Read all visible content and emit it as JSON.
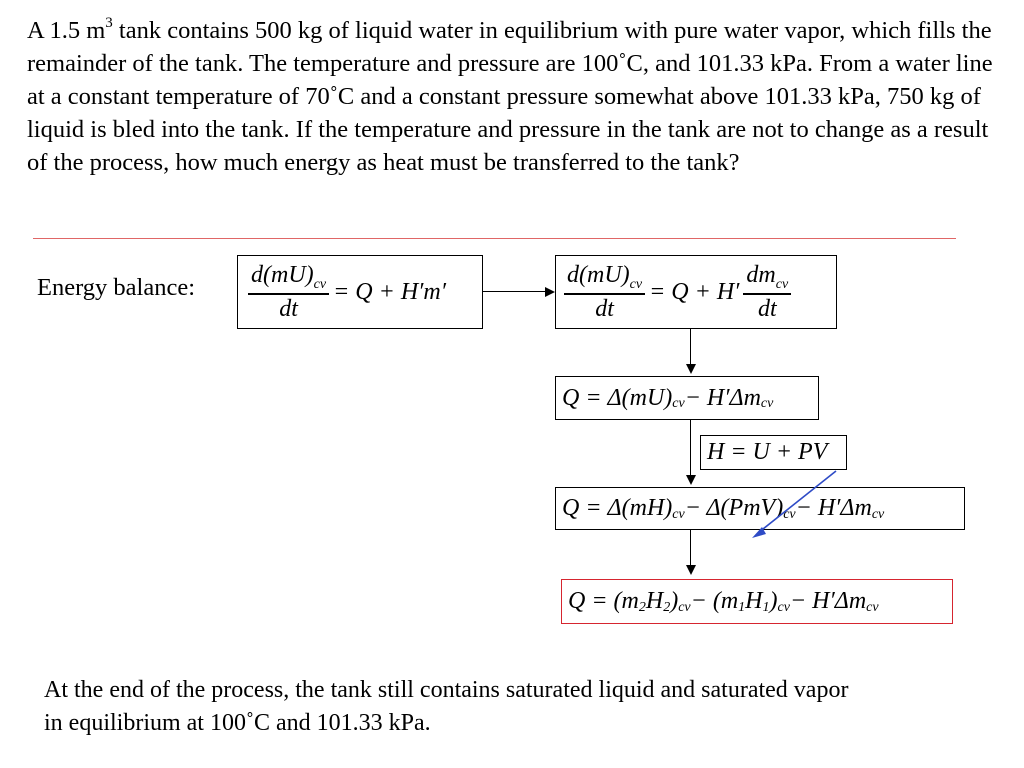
{
  "problem": {
    "part1": "A 1.5 m",
    "sup": "3",
    "part2": " tank contains 500 kg of liquid water in equilibrium with pure water vapor, which fills the remainder of the tank. The temperature and pressure are 100˚C, and 101.33 kPa. From a water line at a constant temperature of 70˚C and a constant pressure somewhat above 101.33 kPa, 750 kg of liquid is bled into the tank. If the temperature and pressure in the tank are not to change as a result of the process, how much energy as heat must be transferred to the tank?"
  },
  "label": "Energy balance:",
  "eq": {
    "sub_cv": "cv",
    "e1_num": "d(mU)",
    "e1_den": "dt",
    "e1_rhs": "= Q + H′m′",
    "e2_num": "d(mU)",
    "e2_den": "dt",
    "e2_mid": "= Q + H′",
    "e2_fnum": "dm",
    "e2_fden": "dt",
    "e3_a": "Q = Δ(mU)",
    "e3_b": " − H′Δm",
    "e4": "H = U + PV",
    "e5_a": "Q = Δ(mH)",
    "e5_b": " − Δ(PmV)",
    "e5_c": " − H′Δm",
    "e6_a": "Q = (m",
    "e6_s2": "2",
    "e6_b": "H",
    "e6_c": ")",
    "e6_d": " − (m",
    "e6_s1": "1",
    "e6_e": "H",
    "e6_f": ")",
    "e6_g": " − H′Δm"
  },
  "footer": "At the end of the process, the tank still contains saturated liquid and saturated vapor in equilibrium at 100˚C and 101.33 kPa.",
  "colors": {
    "rule": "#e06666",
    "highlight_border": "#d6252f",
    "pointer_arrow": "#2e4bc6"
  }
}
